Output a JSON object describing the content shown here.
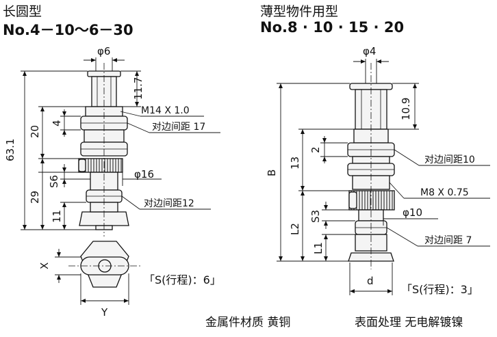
{
  "left": {
    "title": "长圆型",
    "model": "No.4－10～6－30",
    "phi6": "φ6",
    "d11_7": "11.7",
    "m14": "M14 X 1.0",
    "d4": "4",
    "d20": "20",
    "hex17": "对边间距 17",
    "d63_1": "63.1",
    "phi16": "φ16",
    "s6": "S6",
    "d29": "29",
    "hex12": "对边间距12",
    "d11": "11",
    "x": "X",
    "y": "Y",
    "stroke": "「S(行程)：6」"
  },
  "right": {
    "title": "薄型物件用型",
    "model": "No.8 · 10 · 15 · 20",
    "phi4": "φ4",
    "d10_9": "10.9",
    "d2": "2",
    "hex10": "对边间距10",
    "d13": "13",
    "b": "B",
    "m8": "M8 X 0.75",
    "s3": "S3",
    "phi10": "φ10",
    "l2": "L2",
    "l1": "L1",
    "hex7": "对边间距 7",
    "d": "d",
    "stroke": "「S(行程)：3」"
  },
  "footer": {
    "material": "金属件材质  黄铜",
    "surface": "表面处理  无电解镀镍"
  },
  "colors": {
    "part_fill": "#f4f4f4",
    "line": "#111111"
  }
}
